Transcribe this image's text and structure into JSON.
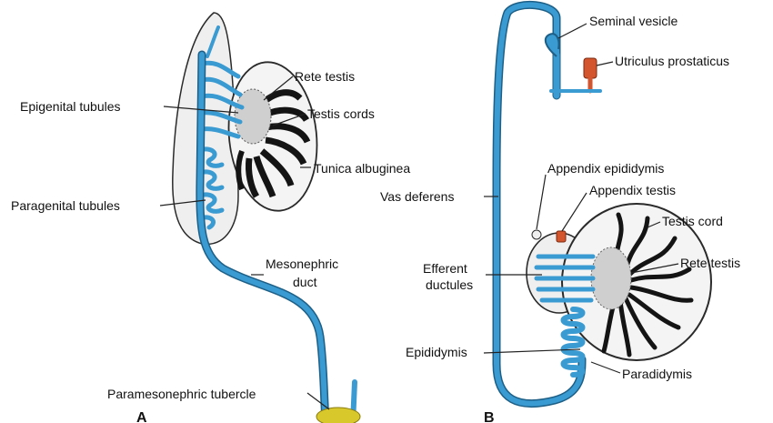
{
  "colors": {
    "duct": "#3a9ad2",
    "duct_edge": "#1d5f86",
    "outline": "#2a2a2a",
    "mesonephros_fill": "#efefef",
    "testis_fill": "#f4f4f4",
    "cord_fill": "#141414",
    "rete_fill": "#cfcfcf",
    "utriculus": "#d2552e",
    "tubercle": "#d9c82c",
    "appendix_testis": "#d2552e"
  },
  "left_labels": {
    "rete_testis": "Rete testis",
    "epigenital_tubules": "Epigenital tubules",
    "testis_cords": "Testis cords",
    "tunica_albuginea": "Tunica albuginea",
    "paragenital_tubules": "Paragenital tubules",
    "mesonephric_duct_1": "Mesonephric",
    "mesonephric_duct_2": "duct",
    "paramesonephric_tubercle": "Paramesonephric tubercle",
    "panel_letter": "A"
  },
  "right_labels": {
    "seminal_vesicle": "Seminal vesicle",
    "utriculus_prostaticus": "Utriculus prostaticus",
    "appendix_epididymis": "Appendix epididymis",
    "appendix_testis": "Appendix testis",
    "vas_deferens": "Vas deferens",
    "testis_cord": "Testis cord",
    "efferent_ductules_1": "Efferent",
    "efferent_ductules_2": "ductules",
    "rete_testis": "Rete testis",
    "epididymis": "Epididymis",
    "paradidymis": "Paradidymis",
    "panel_letter": "B"
  }
}
